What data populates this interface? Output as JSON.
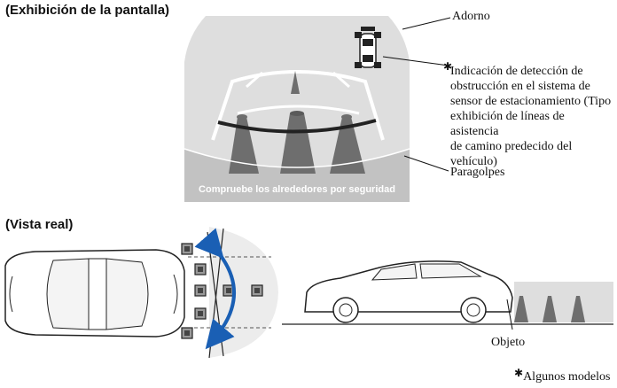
{
  "sections": {
    "screen_heading": "(Exhibición de la pantalla)",
    "real_heading": "(Vista real)"
  },
  "screen": {
    "caption": "Compruebe los alrededores por seguridad"
  },
  "callouts": {
    "trim": "Adorno",
    "sensor_line1": "Indicación de detección de",
    "sensor_line2": "obstrucción en el sistema de",
    "sensor_line3": "sensor de estacionamiento (Tipo",
    "sensor_line4": "exhibición de líneas de asistencia",
    "sensor_line5": "de camino predecido del",
    "sensor_line6": "vehículo)",
    "bumper": "Paragolpes",
    "object": "Objeto"
  },
  "footnote": {
    "marker": "✱",
    "text": "Algunos modelos"
  },
  "colors": {
    "screen_bg": "#dedede",
    "bumper_gray": "#c2c2c2",
    "cone": "#6e6e6e",
    "guide_line": "#222222",
    "arrow": "#1a5fb4",
    "sensor_zone": "#ececec"
  }
}
